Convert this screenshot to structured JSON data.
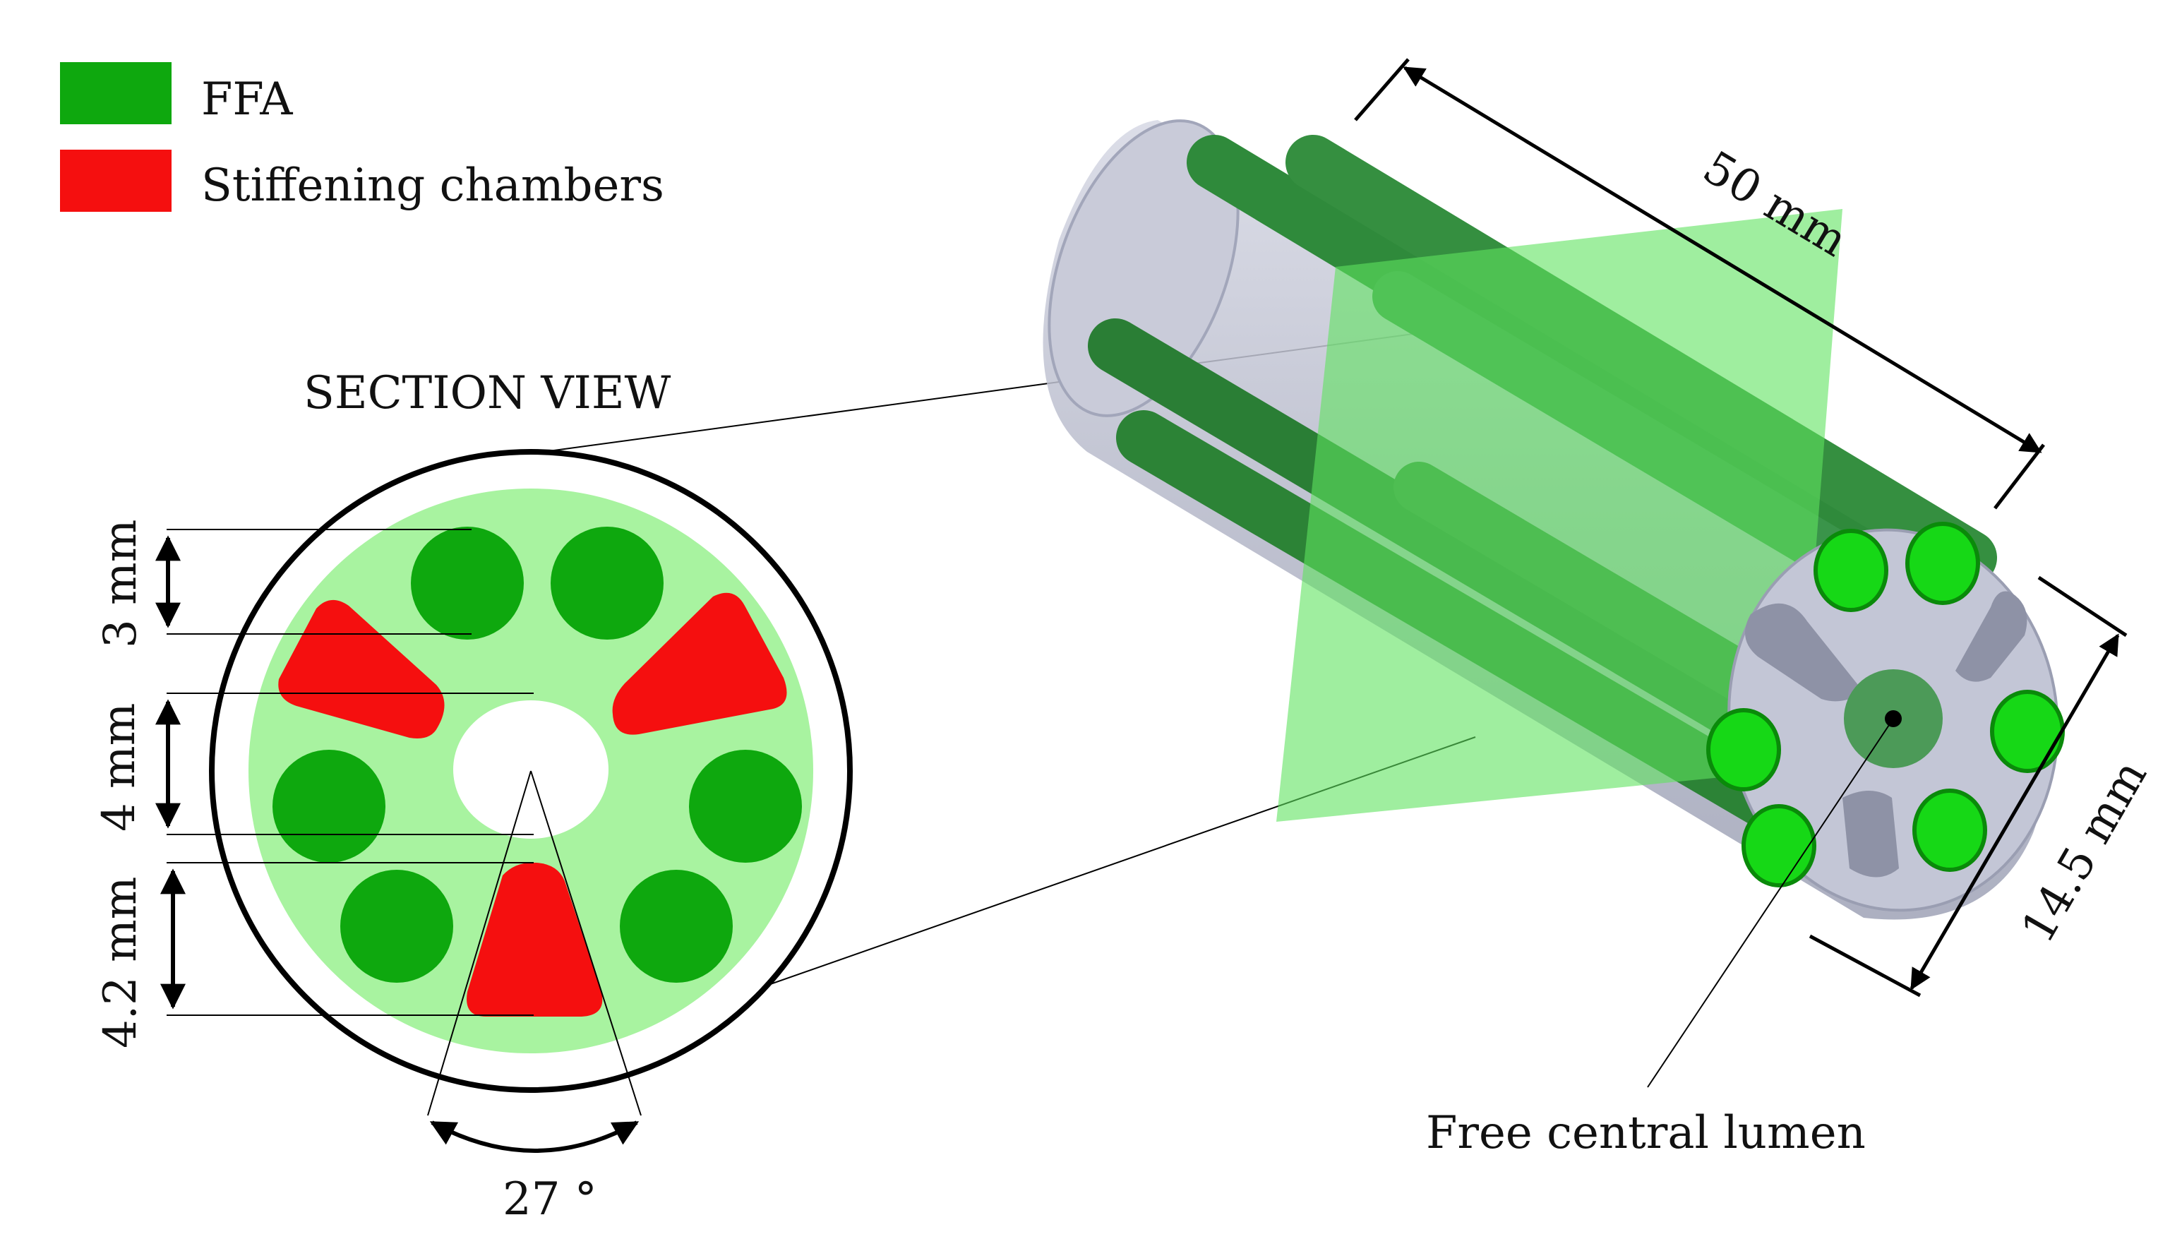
{
  "legend": {
    "items": [
      {
        "label": "FFA",
        "color": "#0ea80e"
      },
      {
        "label": "Stiffening chambers",
        "color": "#f50f0f"
      }
    ]
  },
  "section_view": {
    "title": "SECTION VIEW",
    "dimensions": {
      "ffa_diameter": "3 mm",
      "lumen_diameter": "4  mm",
      "chamber_height": "4.2  mm",
      "chamber_angle": "27 °"
    }
  },
  "isometric_view": {
    "length": "50 mm",
    "outer_diameter": "14.5 mm",
    "lumen_label": "Free central lumen"
  },
  "colors": {
    "ffa": "#0ea80e",
    "chamber": "#f50f0f",
    "matrix": "#a8f3a0",
    "section_plane": "#5fe35f",
    "body_gray": "#c7c9d8",
    "ffa_3d": "#2e8b3a"
  }
}
